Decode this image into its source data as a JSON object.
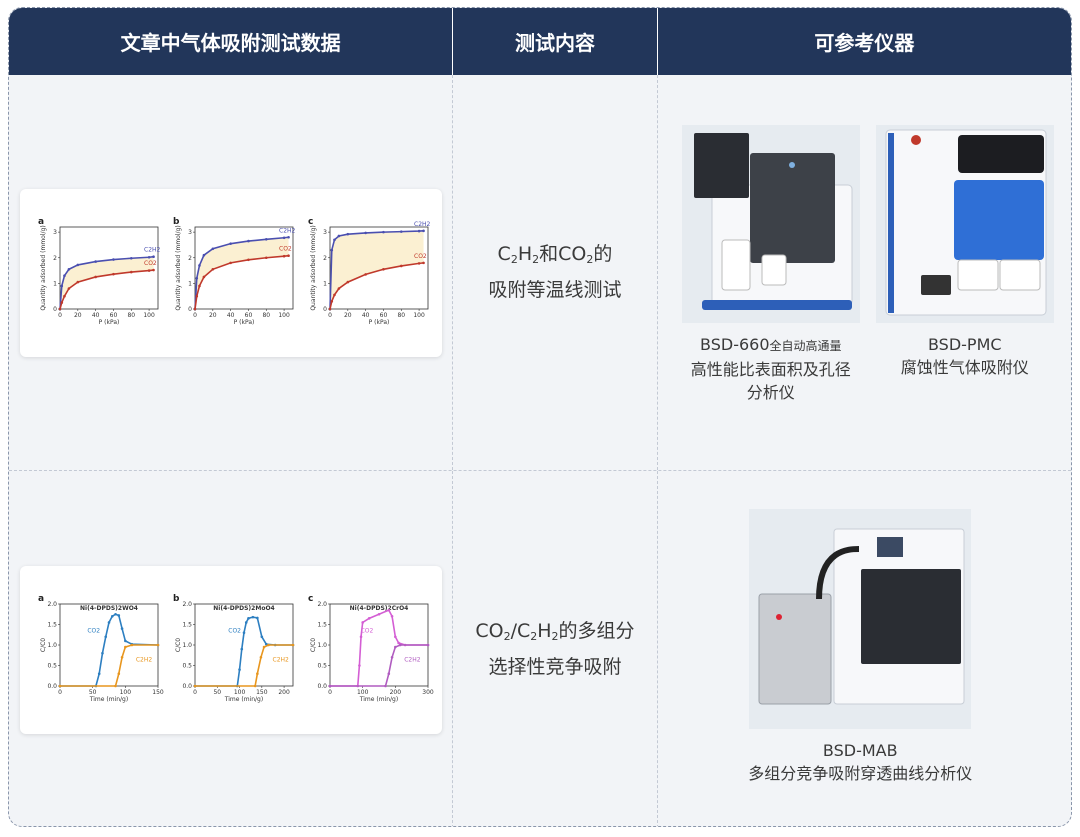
{
  "header": {
    "col1": "文章中气体吸附测试数据",
    "col2": "测试内容",
    "col3": "可参考仪器"
  },
  "row1": {
    "test_line1_parts": [
      "C",
      "2",
      "H",
      "2",
      "和CO",
      "2",
      "的"
    ],
    "test_line2": "吸附等温线测试",
    "instrument1": {
      "name": "BSD-660",
      "name_suffix": "全自动高通量",
      "desc_line1": "高性能比表面积及孔径",
      "desc_line2": "分析仪"
    },
    "instrument2": {
      "name": "BSD-PMC",
      "desc_line1": "腐蚀性气体吸附仪"
    }
  },
  "row2": {
    "test_line1_parts": [
      "CO",
      "2",
      "/C",
      "2",
      "H",
      "2",
      "的多组分"
    ],
    "test_line2": "选择性竞争吸附",
    "instrument3": {
      "name": "BSD-MAB",
      "desc_line1": "多组分竞争吸附穿透曲线分析仪"
    }
  },
  "chart_data": [
    {
      "type": "line",
      "panel": "a",
      "xlabel": "P (kPa)",
      "ylabel": "Quantity adsorbed (mmol/g)",
      "x_ticks": [
        0,
        20,
        40,
        60,
        80,
        100
      ],
      "y_ticks": [
        0,
        1,
        2,
        3
      ],
      "xlim": [
        0,
        110
      ],
      "ylim": [
        0,
        3.2
      ],
      "x": [
        0,
        2,
        5,
        10,
        20,
        40,
        60,
        80,
        100,
        105
      ],
      "series": [
        {
          "name": "C2H2",
          "color": "#4a4fb0",
          "values": [
            0,
            0.9,
            1.3,
            1.55,
            1.72,
            1.85,
            1.93,
            1.98,
            2.02,
            2.04
          ]
        },
        {
          "name": "CO2",
          "color": "#c0392b",
          "values": [
            0,
            0.25,
            0.5,
            0.8,
            1.05,
            1.25,
            1.36,
            1.44,
            1.5,
            1.52
          ]
        }
      ]
    },
    {
      "type": "line",
      "panel": "b",
      "xlabel": "P (kPa)",
      "ylabel": "Quantity adsorbed (mmol/g)",
      "x_ticks": [
        0,
        20,
        40,
        60,
        80,
        100
      ],
      "y_ticks": [
        0,
        1,
        2,
        3
      ],
      "xlim": [
        0,
        110
      ],
      "ylim": [
        0,
        3.2
      ],
      "x": [
        0,
        2,
        5,
        10,
        20,
        40,
        60,
        80,
        100,
        105
      ],
      "series": [
        {
          "name": "C2H2",
          "color": "#4a4fb0",
          "values": [
            0,
            1.2,
            1.7,
            2.1,
            2.35,
            2.55,
            2.65,
            2.72,
            2.78,
            2.8
          ]
        },
        {
          "name": "CO2",
          "color": "#c0392b",
          "values": [
            0,
            0.5,
            0.9,
            1.25,
            1.55,
            1.8,
            1.92,
            2.0,
            2.06,
            2.08
          ]
        }
      ]
    },
    {
      "type": "line",
      "panel": "c",
      "xlabel": "P (kPa)",
      "ylabel": "Quantity adsorbed (mmol/g)",
      "x_ticks": [
        0,
        20,
        40,
        60,
        80,
        100
      ],
      "y_ticks": [
        0,
        1,
        2,
        3
      ],
      "xlim": [
        0,
        110
      ],
      "ylim": [
        0,
        3.2
      ],
      "x": [
        0,
        2,
        5,
        10,
        20,
        40,
        60,
        80,
        100,
        105
      ],
      "series": [
        {
          "name": "C2H2",
          "color": "#4a4fb0",
          "values": [
            0,
            2.3,
            2.7,
            2.85,
            2.92,
            2.97,
            3.0,
            3.02,
            3.04,
            3.05
          ]
        },
        {
          "name": "CO2",
          "color": "#c0392b",
          "values": [
            0,
            0.3,
            0.55,
            0.8,
            1.05,
            1.35,
            1.55,
            1.68,
            1.78,
            1.8
          ]
        }
      ]
    },
    {
      "type": "line",
      "panel": "a",
      "title": "Ni(4-DPDS)2WO4",
      "xlabel": "Time (min/g)",
      "ylabel": "C/C0",
      "x_ticks": [
        0,
        50,
        100,
        150
      ],
      "y_ticks": [
        0.0,
        0.5,
        1.0,
        1.5,
        2.0
      ],
      "xlim": [
        0,
        150
      ],
      "ylim": [
        0,
        2.0
      ],
      "series": [
        {
          "name": "CO2",
          "color": "#2d7fc1",
          "x": [
            0,
            55,
            60,
            65,
            70,
            75,
            80,
            85,
            90,
            95,
            100,
            110,
            150
          ],
          "values": [
            0,
            0,
            0.3,
            0.8,
            1.2,
            1.55,
            1.7,
            1.75,
            1.72,
            1.4,
            1.1,
            1.02,
            1.0
          ]
        },
        {
          "name": "C2H2",
          "color": "#e8961e",
          "x": [
            0,
            85,
            90,
            95,
            100,
            110,
            150
          ],
          "values": [
            0,
            0,
            0.3,
            0.7,
            0.95,
            1.0,
            1.0
          ]
        }
      ]
    },
    {
      "type": "line",
      "panel": "b",
      "title": "Ni(4-DPDS)2MoO4",
      "xlabel": "Time (min/g)",
      "ylabel": "C/C0",
      "x_ticks": [
        0,
        50,
        100,
        150,
        200
      ],
      "y_ticks": [
        0.0,
        0.5,
        1.0,
        1.5,
        2.0
      ],
      "xlim": [
        0,
        220
      ],
      "ylim": [
        0,
        2.0
      ],
      "series": [
        {
          "name": "CO2",
          "color": "#2d7fc1",
          "x": [
            0,
            95,
            100,
            105,
            110,
            115,
            120,
            130,
            140,
            150,
            160,
            180,
            220
          ],
          "values": [
            0,
            0,
            0.4,
            0.9,
            1.3,
            1.55,
            1.65,
            1.68,
            1.66,
            1.2,
            1.02,
            1.0,
            1.0
          ]
        },
        {
          "name": "C2H2",
          "color": "#e8961e",
          "x": [
            0,
            135,
            140,
            148,
            155,
            165,
            220
          ],
          "values": [
            0,
            0,
            0.3,
            0.7,
            0.95,
            1.0,
            1.0
          ]
        }
      ]
    },
    {
      "type": "line",
      "panel": "c",
      "title": "Ni(4-DPDS)2CrO4",
      "xlabel": "Time (min/g)",
      "ylabel": "C/C0",
      "x_ticks": [
        0,
        100,
        200,
        300
      ],
      "y_ticks": [
        0.0,
        0.5,
        1.0,
        1.5,
        2.0
      ],
      "xlim": [
        0,
        300
      ],
      "ylim": [
        0,
        2.0
      ],
      "series": [
        {
          "name": "CO2",
          "color": "#d45ed4",
          "x": [
            0,
            85,
            90,
            95,
            100,
            120,
            150,
            180,
            190,
            200,
            210,
            230,
            300
          ],
          "values": [
            0,
            0,
            0.5,
            1.2,
            1.55,
            1.65,
            1.75,
            1.85,
            1.7,
            1.2,
            1.05,
            1.0,
            1.0
          ]
        },
        {
          "name": "C2H2",
          "color": "#b05cc0",
          "x": [
            0,
            170,
            180,
            190,
            200,
            215,
            300
          ],
          "values": [
            0,
            0,
            0.3,
            0.7,
            0.95,
            1.0,
            1.0
          ]
        }
      ]
    }
  ]
}
